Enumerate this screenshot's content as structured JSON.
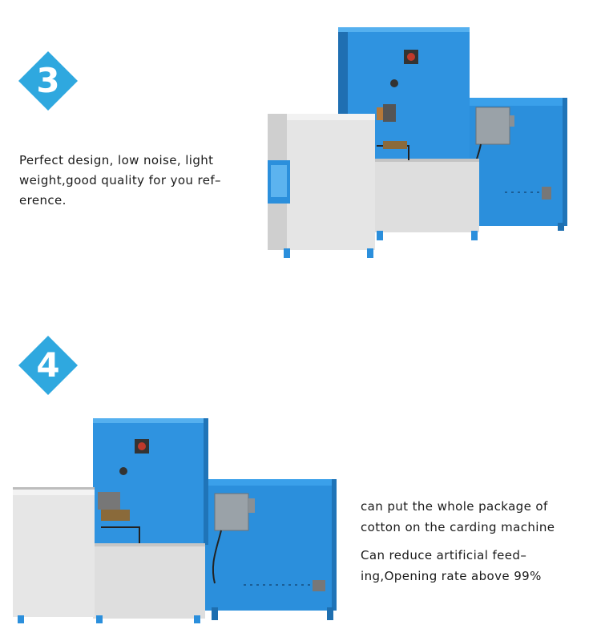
{
  "sections": [
    {
      "number": "3",
      "lines": [
        "Perfect design, low noise, light",
        "weight,good quality for you ref–",
        "erence."
      ]
    },
    {
      "number": "4",
      "para1": [
        "can put the whole package of",
        "cotton on the carding machine"
      ],
      "para2": [
        "Can reduce artificial feed–",
        "ing,Opening rate above 99%"
      ]
    }
  ],
  "colors": {
    "badge_blue": "#2fa8df",
    "machine_blue": "#2b8fdc",
    "machine_gray": "#dcdcdc"
  },
  "icons": [
    "diamond-badge-icon",
    "carding-machine-image"
  ]
}
